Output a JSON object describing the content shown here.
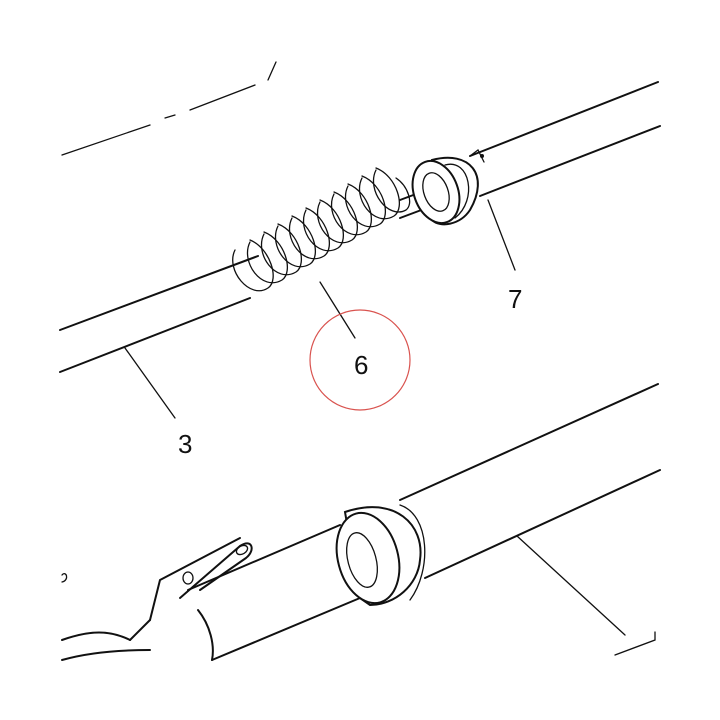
{
  "callouts": {
    "rod": "3",
    "spring": "6",
    "bushing": "7"
  },
  "highlight_color": "#d9534f"
}
